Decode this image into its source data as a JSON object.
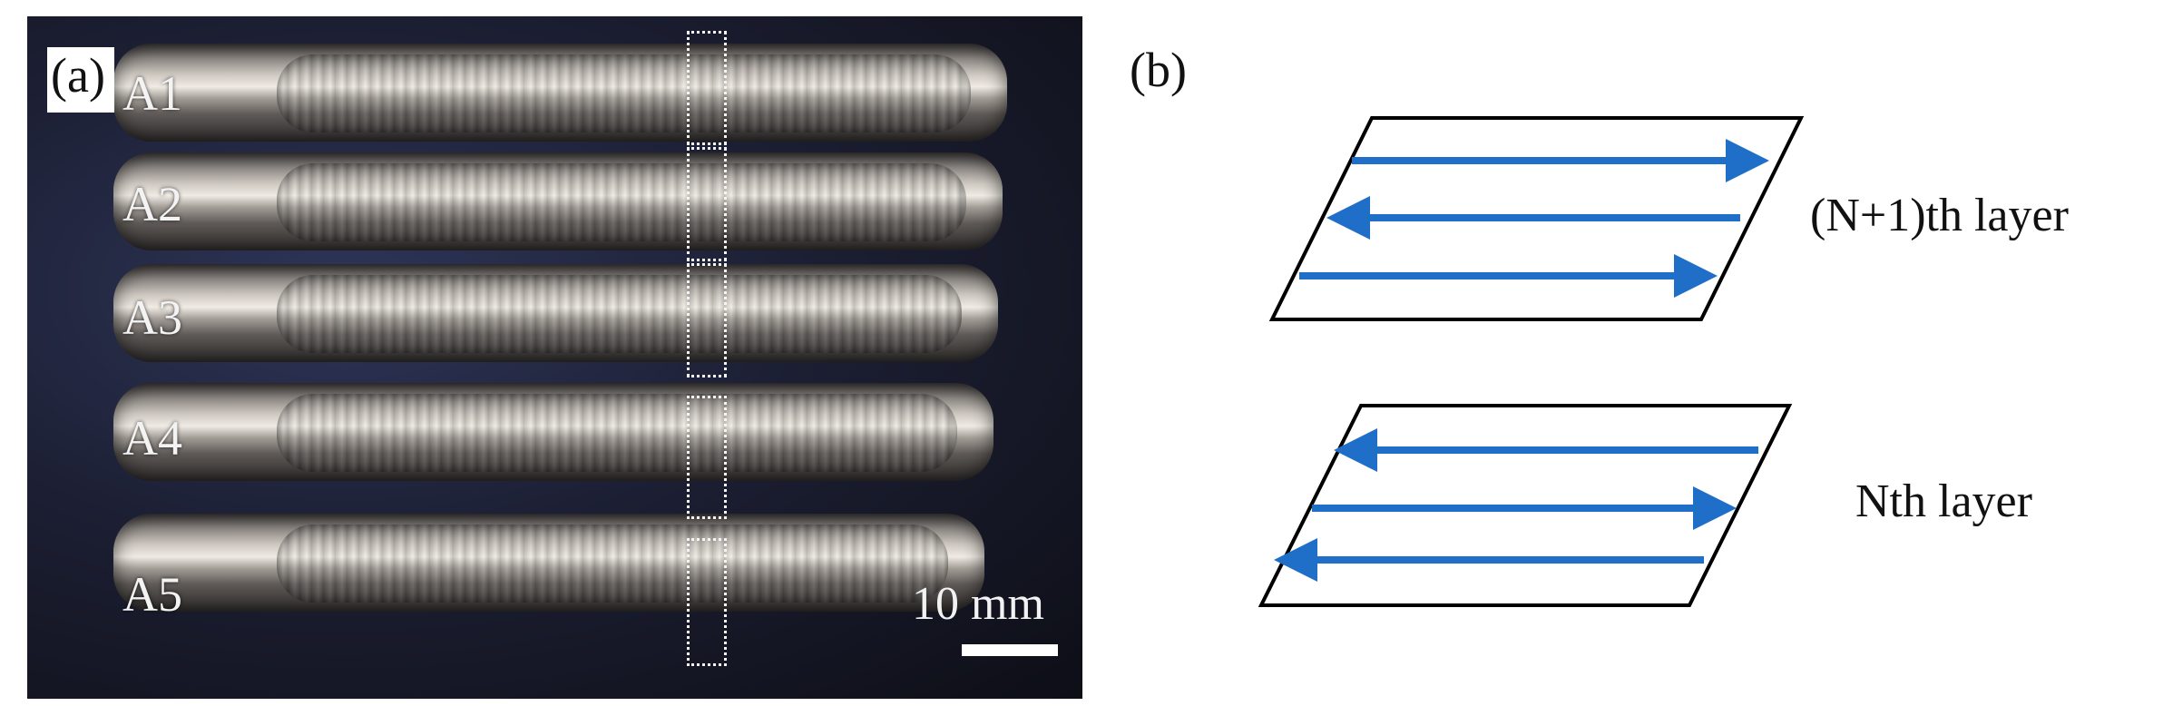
{
  "panel_a": {
    "label": "(a)",
    "bead_labels": [
      "A1",
      "A2",
      "A3",
      "A4",
      "A5"
    ],
    "scale_bar_text": "10 mm"
  },
  "panel_b": {
    "label": "(b)",
    "layers": [
      {
        "name": "(N+1)th layer",
        "arrow_directions": [
          "right",
          "left",
          "right"
        ]
      },
      {
        "name": "Nth layer",
        "arrow_directions": [
          "left",
          "right",
          "left"
        ]
      }
    ]
  },
  "colors": {
    "arrow": "#1f6fc9",
    "outline": "#000000",
    "dotted_box": "#f5f5f5",
    "background_plate": "#1c1f33"
  }
}
